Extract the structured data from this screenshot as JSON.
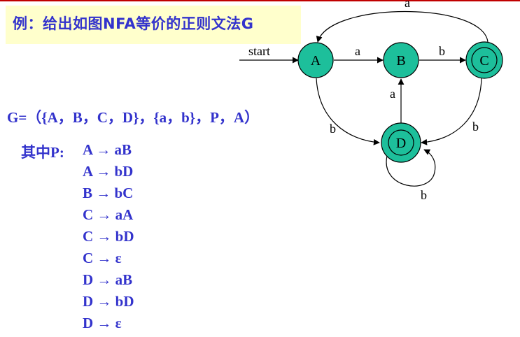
{
  "title": "例：给出如图NFA等价的正则文法G",
  "grammar_def": "G=（{A，B，C，D}，{a，b}，P，A）",
  "productions_label": "其中P:",
  "productions": [
    "A → aB",
    "A → bD",
    "B → bC",
    "C → aA",
    "C → bD",
    "C → ε",
    "D → aB",
    "D → bD",
    "D → ε"
  ],
  "nfa": {
    "start_label": "start",
    "states": [
      {
        "id": "A",
        "final": false
      },
      {
        "id": "B",
        "final": false
      },
      {
        "id": "C",
        "final": true
      },
      {
        "id": "D",
        "final": true
      }
    ],
    "transitions": [
      {
        "from": "A",
        "to": "B",
        "symbol": "a"
      },
      {
        "from": "B",
        "to": "C",
        "symbol": "b"
      },
      {
        "from": "C",
        "to": "A",
        "symbol": "a"
      },
      {
        "from": "A",
        "to": "D",
        "symbol": "b"
      },
      {
        "from": "C",
        "to": "D",
        "symbol": "b"
      },
      {
        "from": "D",
        "to": "B",
        "symbol": "a"
      },
      {
        "from": "D",
        "to": "D",
        "symbol": "b"
      }
    ],
    "state_fill": "#1dbf9b",
    "text_color": "#3333cc",
    "accent_red": "#c00000",
    "highlight_fill": "#ffffcc"
  }
}
